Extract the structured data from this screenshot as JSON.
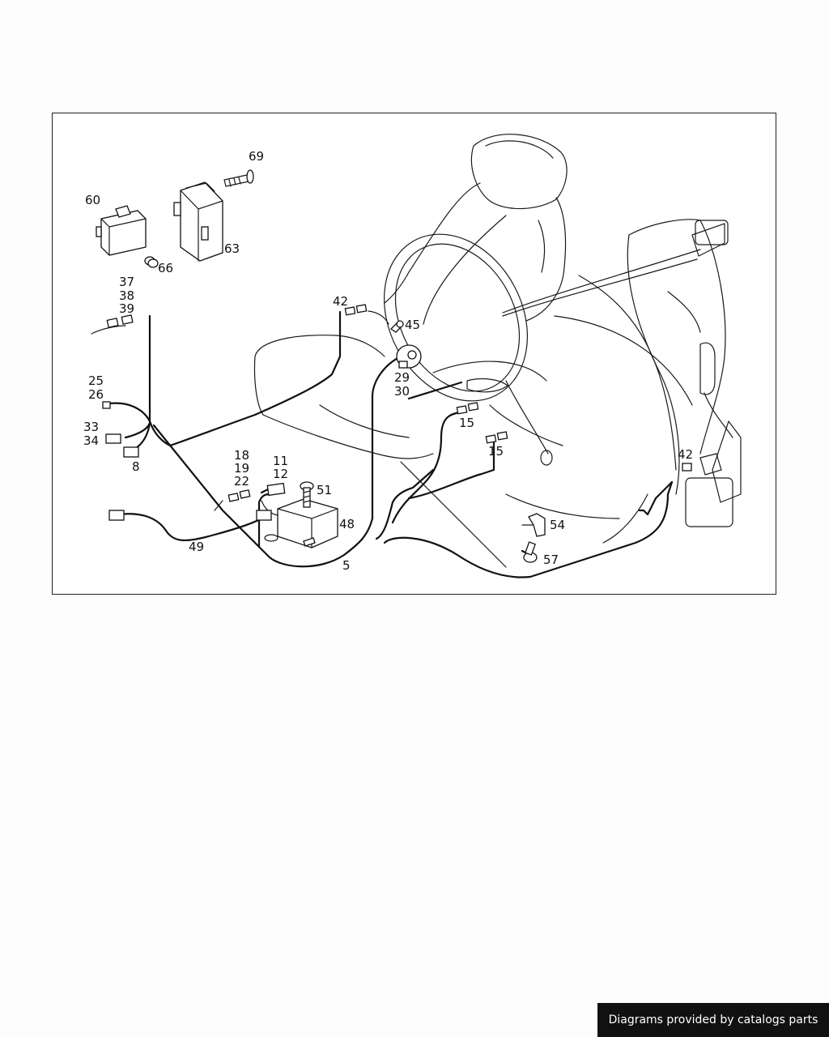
{
  "diagram": {
    "callouts": {
      "c69": "69",
      "c60": "60",
      "c63": "63",
      "c66": "66",
      "c37": "37",
      "c38": "38",
      "c39": "39",
      "c42a": "42",
      "c45": "45",
      "c25": "25",
      "c26": "26",
      "c29": "29",
      "c30": "30",
      "c33": "33",
      "c34": "34",
      "c8": "8",
      "c15a": "15",
      "c15b": "15",
      "c18": "18",
      "c19": "19",
      "c22": "22",
      "c11": "11",
      "c12": "12",
      "c51": "51",
      "c48": "48",
      "c49": "49",
      "c5": "5",
      "c54": "54",
      "c57": "57",
      "c42b": "42"
    }
  },
  "footer": {
    "credit": "Diagrams provided by catalogs parts"
  }
}
